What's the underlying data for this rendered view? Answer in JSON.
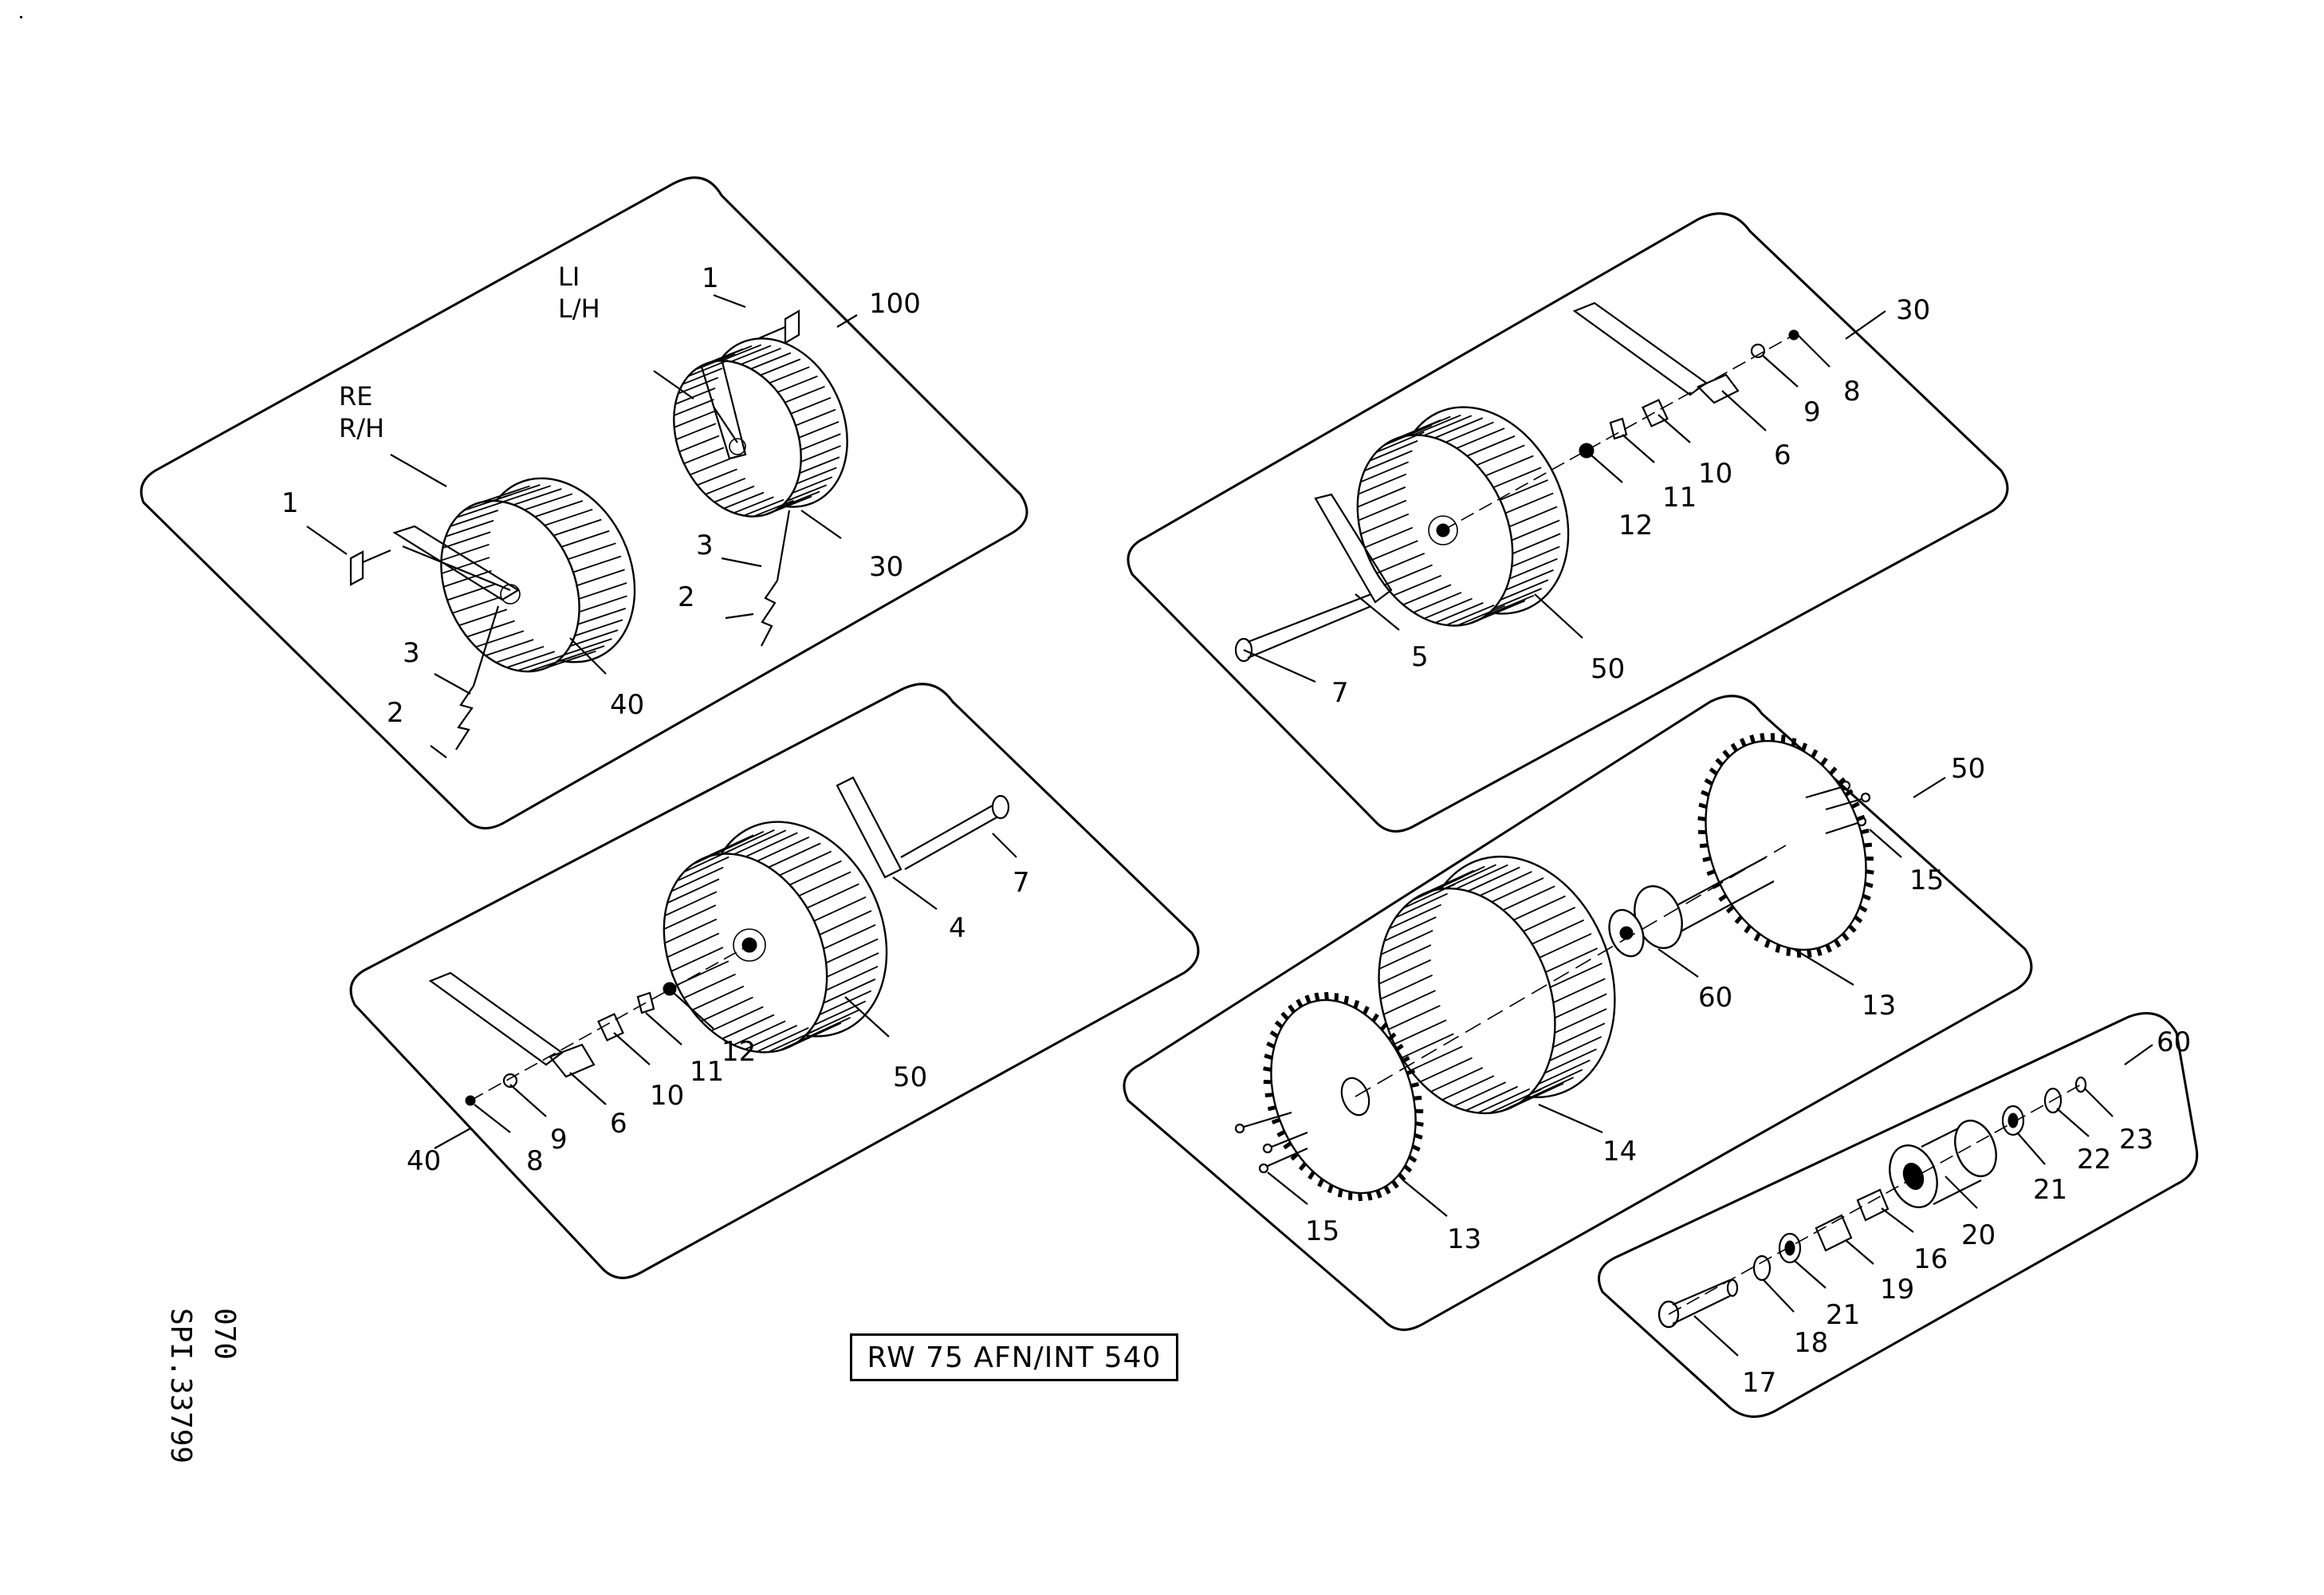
{
  "drawing": {
    "model_label": "RW 75   AFN/INT 540",
    "ref_line1": "SPI.33799",
    "ref_line2": "070"
  },
  "panels": {
    "p100": {
      "number": "100",
      "right_hand": [
        "RE",
        "R/H"
      ],
      "left_hand": [
        "LI",
        "L/H"
      ],
      "callouts": [
        "1",
        "3",
        "2",
        "40",
        "1",
        "3",
        "2",
        "30"
      ]
    },
    "p30": {
      "number": "30",
      "callouts": [
        "8",
        "9",
        "6",
        "10",
        "11",
        "12",
        "7",
        "5",
        "50"
      ]
    },
    "p40": {
      "number": "40",
      "callouts": [
        "7",
        "4",
        "50",
        "12",
        "11",
        "10",
        "6",
        "9",
        "8"
      ]
    },
    "p50": {
      "number": "50",
      "callouts": [
        "15",
        "13",
        "60",
        "14",
        "15",
        "13"
      ]
    },
    "p60": {
      "number": "60",
      "callouts": [
        "23",
        "22",
        "21",
        "20",
        "16",
        "19",
        "21",
        "18",
        "17"
      ]
    }
  }
}
